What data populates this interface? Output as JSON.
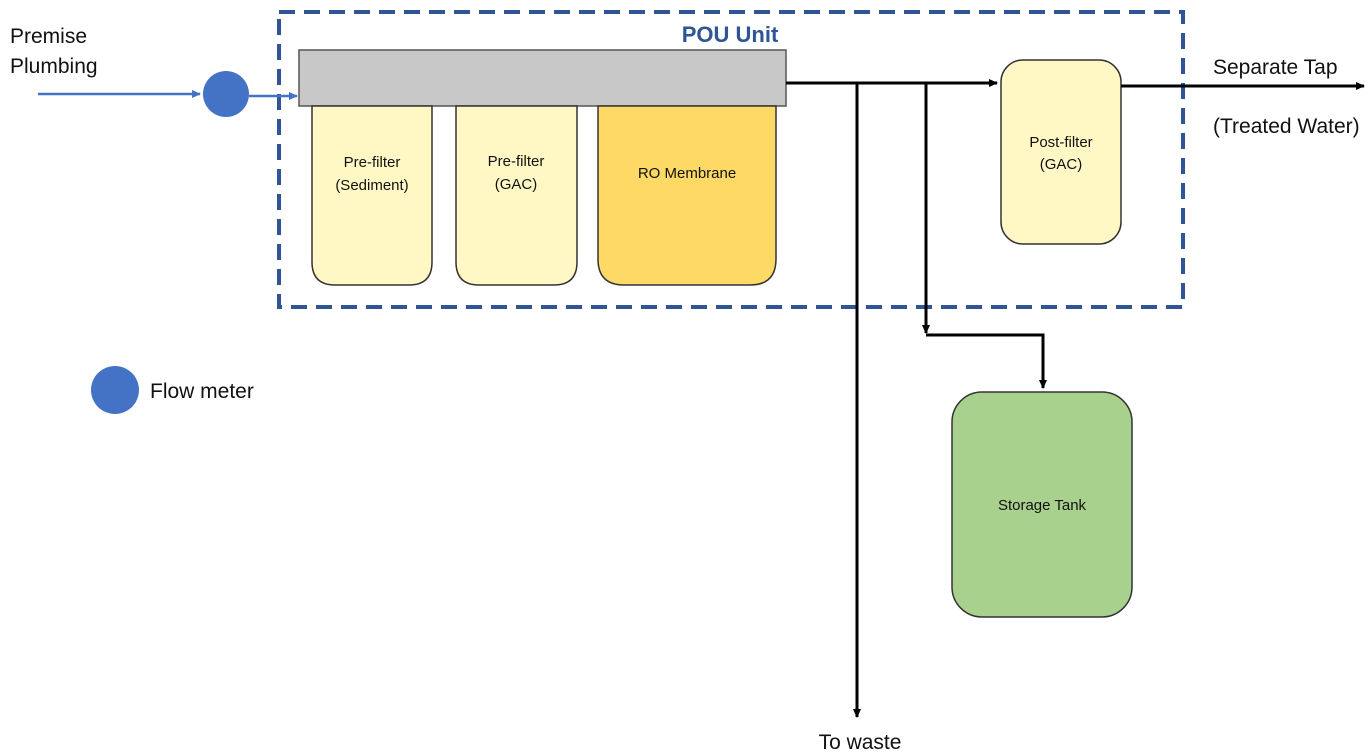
{
  "colors": {
    "flow_blue": "#4472c4",
    "housing_gray": "#c8c8c8",
    "prefilter_fill": "#fff8c5",
    "ro_fill": "#ffd966",
    "tank_fill": "#a9d18e",
    "line_black": "#000000"
  },
  "inlet": {
    "label_line1": "Premise",
    "label_line2": "Plumbing"
  },
  "pou_unit": {
    "title": "POU Unit"
  },
  "filters": {
    "sediment": {
      "line1": "Pre-filter",
      "line2": "(Sediment)"
    },
    "gac": {
      "line1": "Pre-filter",
      "line2": "(GAC)"
    },
    "ro": {
      "line1": "RO Membrane"
    },
    "post": {
      "line1": "Post-filter",
      "line2": "(GAC)"
    }
  },
  "storage_tank": {
    "label": "Storage Tank"
  },
  "outlet": {
    "label_line1": "Separate Tap",
    "label_line2": "(Treated Water)"
  },
  "waste": {
    "label": "To waste"
  },
  "legend": {
    "flow_meter_label": "Flow meter",
    "flow_meter_icon": "circle"
  }
}
